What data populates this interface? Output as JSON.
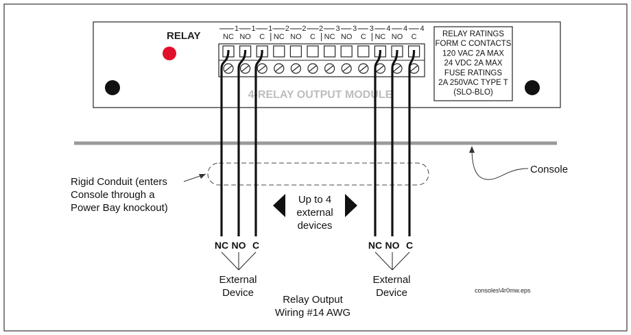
{
  "module": {
    "relay_label": "RELAY",
    "watermark": "4-RELAY OUTPUT MODULE",
    "led_color": "#e0102c",
    "terminal_numbers": [
      "1",
      "1",
      "1",
      "2",
      "2",
      "2",
      "3",
      "3",
      "3",
      "4",
      "4",
      "4"
    ],
    "terminal_labels": [
      "NC",
      "NO",
      "C",
      "NC",
      "NO",
      "C",
      "NC",
      "NO",
      "C",
      "NC",
      "NO",
      "C"
    ],
    "wired_terminals": [
      0,
      1,
      2,
      9,
      10,
      11
    ],
    "ratings": [
      "RELAY RATINGS",
      "FORM C CONTACTS",
      "120 VAC 2A MAX",
      "24 VDC 2A MAX",
      "FUSE RATINGS",
      "2A 250VAC TYPE T",
      "(SLO-BLO)"
    ]
  },
  "callouts": {
    "conduit": [
      "Rigid Conduit (enters",
      "Console through a",
      "Power Bay knockout)"
    ],
    "console": "Console",
    "devices_note": [
      "Up to 4",
      "external",
      "devices"
    ],
    "wiring": [
      "Relay Output",
      "Wiring #14 AWG"
    ],
    "file_ref": "consoles\\4r0mw.eps"
  },
  "devices": [
    {
      "labels": [
        "NC",
        "NO",
        "C"
      ],
      "name": [
        "External",
        "Device"
      ]
    },
    {
      "labels": [
        "NC",
        "NO",
        "C"
      ],
      "name": [
        "External",
        "Device"
      ]
    }
  ]
}
